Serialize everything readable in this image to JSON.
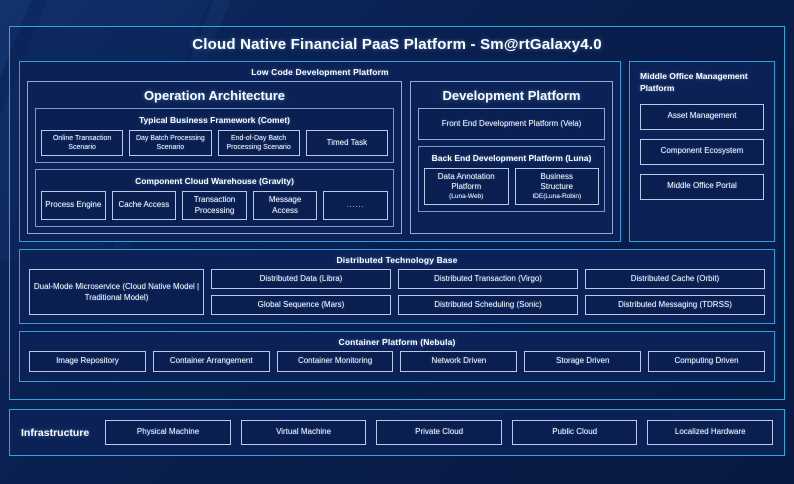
{
  "title": "Cloud Native Financial PaaS Platform - Sm@rtGalaxy4.0",
  "colors": {
    "page_bg": "#0a1f4d",
    "accent_border": "#29a8e0",
    "panel_bg": "#0c2257",
    "box_border": "#b9c9e8",
    "text": "#ffffff"
  },
  "low_code": {
    "title": "Low Code Development Platform",
    "operation_architecture": {
      "title": "Operation Architecture",
      "typical_business_framework": {
        "title": "Typical Business Framework (Comet)",
        "items": [
          "Online Transaction Scenario",
          "Day Batch Processing Scenario",
          "End-of-Day Batch Processing Scenario",
          "Timed Task"
        ]
      },
      "component_cloud_warehouse": {
        "title": "Component Cloud Warehouse (Gravity)",
        "items": [
          "Process Engine",
          "Cache Access",
          "Transaction Processing",
          "Message Access",
          "......"
        ]
      }
    },
    "development_platform": {
      "title": "Development Platform",
      "front_end": "Front End Development Platform (Vela)",
      "back_end": {
        "title": "Back End Development Platform (Luna)",
        "items": [
          {
            "line1": "Data Annotation",
            "line2": "Platform",
            "line3": "(Luna-Web)"
          },
          {
            "line1": "Business",
            "line2": "Structure",
            "line3": "IDE(Luna-Robin)"
          }
        ]
      }
    }
  },
  "middle_office": {
    "title": "Middle Office Management Platform",
    "items": [
      "Asset Management",
      "Component Ecosystem",
      "Middle Office Portal"
    ]
  },
  "distributed_technology_base": {
    "title": "Distributed Technology Base",
    "highlight": "Dual-Mode Microservice (Cloud Native Model | Traditional Model)",
    "column_a": [
      "Distributed Data (Libra)",
      "Global Sequence (Mars)"
    ],
    "column_b": [
      "Distributed Transaction (Virgo)",
      "Distributed Scheduling (Sonic)"
    ],
    "column_c": [
      "Distributed Cache (Orbit)",
      "Distributed Messaging (TDRSS)"
    ]
  },
  "container_platform": {
    "title": "Container Platform (Nebula)",
    "items": [
      "Image Repository",
      "Container Arrangement",
      "Container Monitoring",
      "Network Driven",
      "Storage Driven",
      "Computing Driven"
    ]
  },
  "infrastructure": {
    "label": "Infrastructure",
    "items": [
      "Physical Machine",
      "Virtual Machine",
      "Private Cloud",
      "Public Cloud",
      "Localized Hardware"
    ]
  }
}
